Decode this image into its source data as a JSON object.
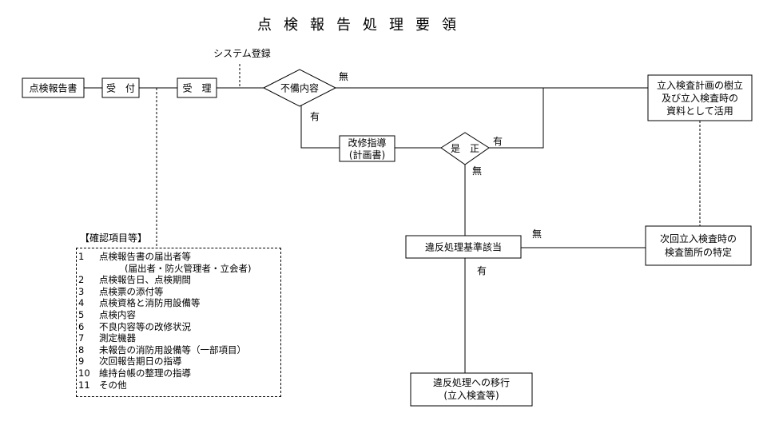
{
  "title": "点検報告処理要領",
  "nodes": {
    "report": "点検報告書",
    "accept": "受　付",
    "receive": "受　理",
    "system_register": "システム登録",
    "defect_content": "不備内容",
    "repair_instruction_line1": "改修指導",
    "repair_instruction_line2": "(計画書)",
    "corrected": "是　正",
    "violation_check": "違反処理基準該当",
    "violation_transfer_line1": "違反処理への移行",
    "violation_transfer_line2": "(立入検査等)",
    "use_line1": "立入検査計画の樹立",
    "use_line2": "及び立入検査時の",
    "use_line3": "資料として活用",
    "next_line1": "次回立入検査時の",
    "next_line2": "検査箇所の特定"
  },
  "edge_labels": {
    "defect_none": "無",
    "defect_yes": "有",
    "corrected_yes": "有",
    "corrected_none": "無",
    "violation_none": "無",
    "violation_yes": "有"
  },
  "checklist": {
    "heading": "【確認項目等】",
    "items": [
      {
        "num": "1",
        "text": "点検報告書の届出者等"
      },
      {
        "num": "",
        "text": "(届出者・防火管理者・立会者)"
      },
      {
        "num": "2",
        "text": "点検報告日、点検期間"
      },
      {
        "num": "3",
        "text": "点検票の添付等"
      },
      {
        "num": "4",
        "text": "点検資格と消防用設備等"
      },
      {
        "num": "5",
        "text": "点検内容"
      },
      {
        "num": "6",
        "text": "不良内容等の改修状況"
      },
      {
        "num": "7",
        "text": "測定機器"
      },
      {
        "num": "8",
        "text": "未報告の消防用設備等（一部項目）"
      },
      {
        "num": "9",
        "text": "次回報告期日の指導"
      },
      {
        "num": "10",
        "text": "維持台帳の整理の指導"
      },
      {
        "num": "11",
        "text": "その他"
      }
    ]
  }
}
